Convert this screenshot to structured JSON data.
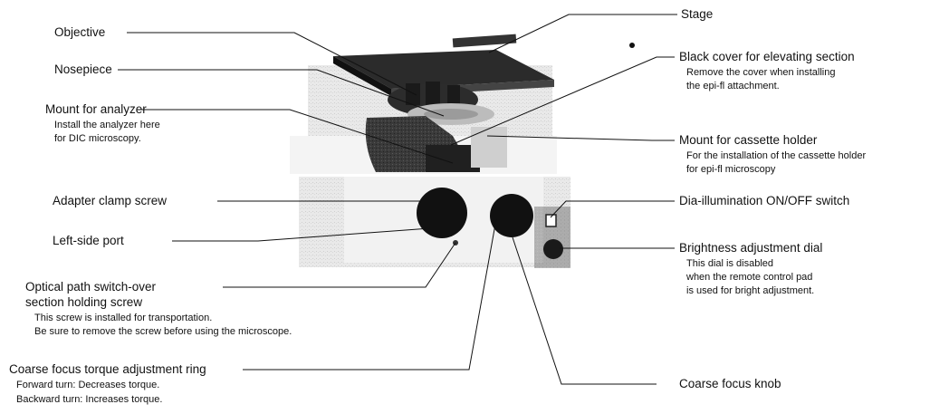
{
  "labels": {
    "objective": "Objective",
    "nosepiece": "Nosepiece",
    "mount_analyzer": "Mount for analyzer",
    "mount_analyzer_note1": "Install the analyzer here",
    "mount_analyzer_note2": "for DIC microscopy.",
    "adapter_clamp": "Adapter clamp screw",
    "left_port": "Left-side port",
    "optical_path_1": "Optical path switch-over",
    "optical_path_2": "section holding screw",
    "optical_path_note1": "This screw is installed for transportation.",
    "optical_path_note2": "Be sure to remove the screw before using the microscope.",
    "coarse_ring": "Coarse focus torque adjustment ring",
    "coarse_ring_note1": "Forward turn: Decreases torque.",
    "coarse_ring_note2": "Backward turn: Increases torque.",
    "stage": "Stage",
    "black_cover": "Black cover for elevating section",
    "black_cover_note1": "Remove the cover when installing",
    "black_cover_note2": "the epi-fl attachment.",
    "mount_cassette": "Mount for cassette holder",
    "mount_cassette_note1": "For the installation of the cassette holder",
    "mount_cassette_note2": "for epi-fl microscopy",
    "dia_switch": "Dia-illumination ON/OFF switch",
    "brightness": "Brightness adjustment dial",
    "brightness_note1": "This dial is disabled",
    "brightness_note2": "when the remote control pad",
    "brightness_note3": "is used for bright adjustment.",
    "coarse_knob": "Coarse focus knob"
  }
}
